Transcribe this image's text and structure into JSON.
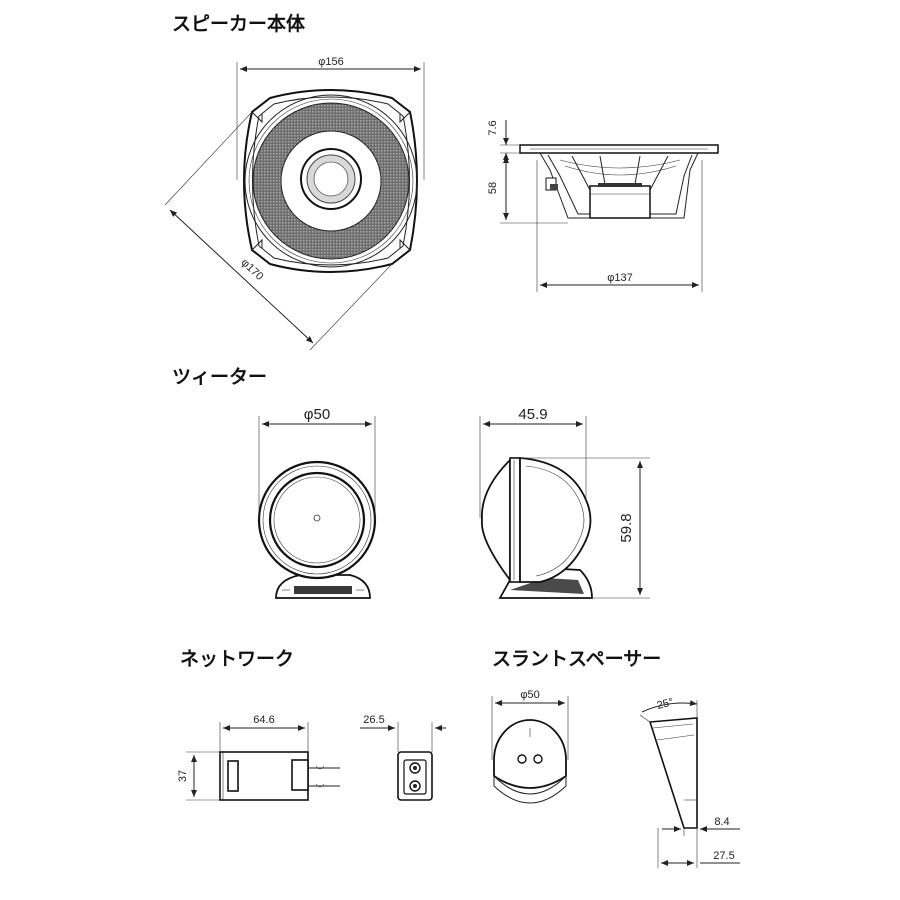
{
  "sections": {
    "speaker_body": "スピーカー本体",
    "tweeter": "ツィーター",
    "network": "ネットワーク",
    "slant_spacer": "スラントスペーサー"
  },
  "dimensions": {
    "speaker_front_width": "φ156",
    "speaker_diagonal": "φ170",
    "speaker_flange": "7.6",
    "speaker_depth": "58",
    "speaker_cutout": "φ137",
    "tweeter_front_width": "φ50",
    "tweeter_side_width": "45.9",
    "tweeter_height": "59.8",
    "network_width": "64.6",
    "network_height": "37",
    "network_side_width": "26.5",
    "spacer_diameter": "φ50",
    "spacer_angle": "25°",
    "spacer_min_thickness": "8.4",
    "spacer_max_thickness": "27.5"
  }
}
